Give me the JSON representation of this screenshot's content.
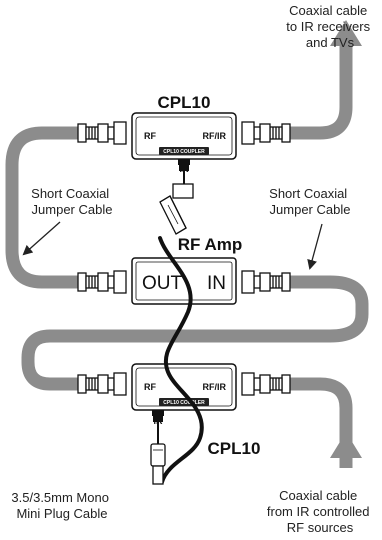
{
  "labels": {
    "top_right": [
      "Coaxial cable",
      "to IR receivers",
      "and TVs"
    ],
    "short_left": [
      "Short Coaxial",
      "Jumper Cable"
    ],
    "short_right": [
      "Short Coaxial",
      "Jumper Cable"
    ],
    "bottom_left": [
      "3.5/3.5mm Mono",
      "Mini Plug Cable"
    ],
    "bottom_right": [
      "Coaxial cable",
      "from IR controlled",
      "RF sources"
    ]
  },
  "coupler_top": {
    "title": "CPL10",
    "port_left": "RF",
    "port_right": "RF/IR",
    "badge": "CPL10 COUPLER",
    "ir": "IR"
  },
  "coupler_bottom": {
    "title": "CPL10",
    "port_left": "RF",
    "port_right": "RF/IR",
    "badge": "CPL10 COUPLER",
    "ir": "IR"
  },
  "amp": {
    "title": "RF Amp",
    "out": "OUT",
    "in": "IN"
  },
  "colors": {
    "coax": "#8c8c8c",
    "outline": "#111111",
    "ir_cable": "#111111"
  }
}
